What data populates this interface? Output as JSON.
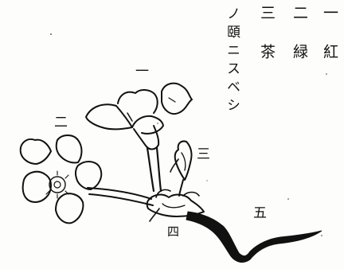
{
  "text": {
    "col1_num": "一",
    "col1_word": "紅",
    "col2_num": "二",
    "col2_word": "緑",
    "col3_num": "三",
    "col3_word": "茶",
    "col4": "ノ頤ニスベシ"
  },
  "labels": {
    "one": "一",
    "two": "二",
    "three": "三",
    "four": "四",
    "five": "五"
  },
  "colors": {
    "ink": "#111111",
    "paper": "#fdfdfb"
  }
}
